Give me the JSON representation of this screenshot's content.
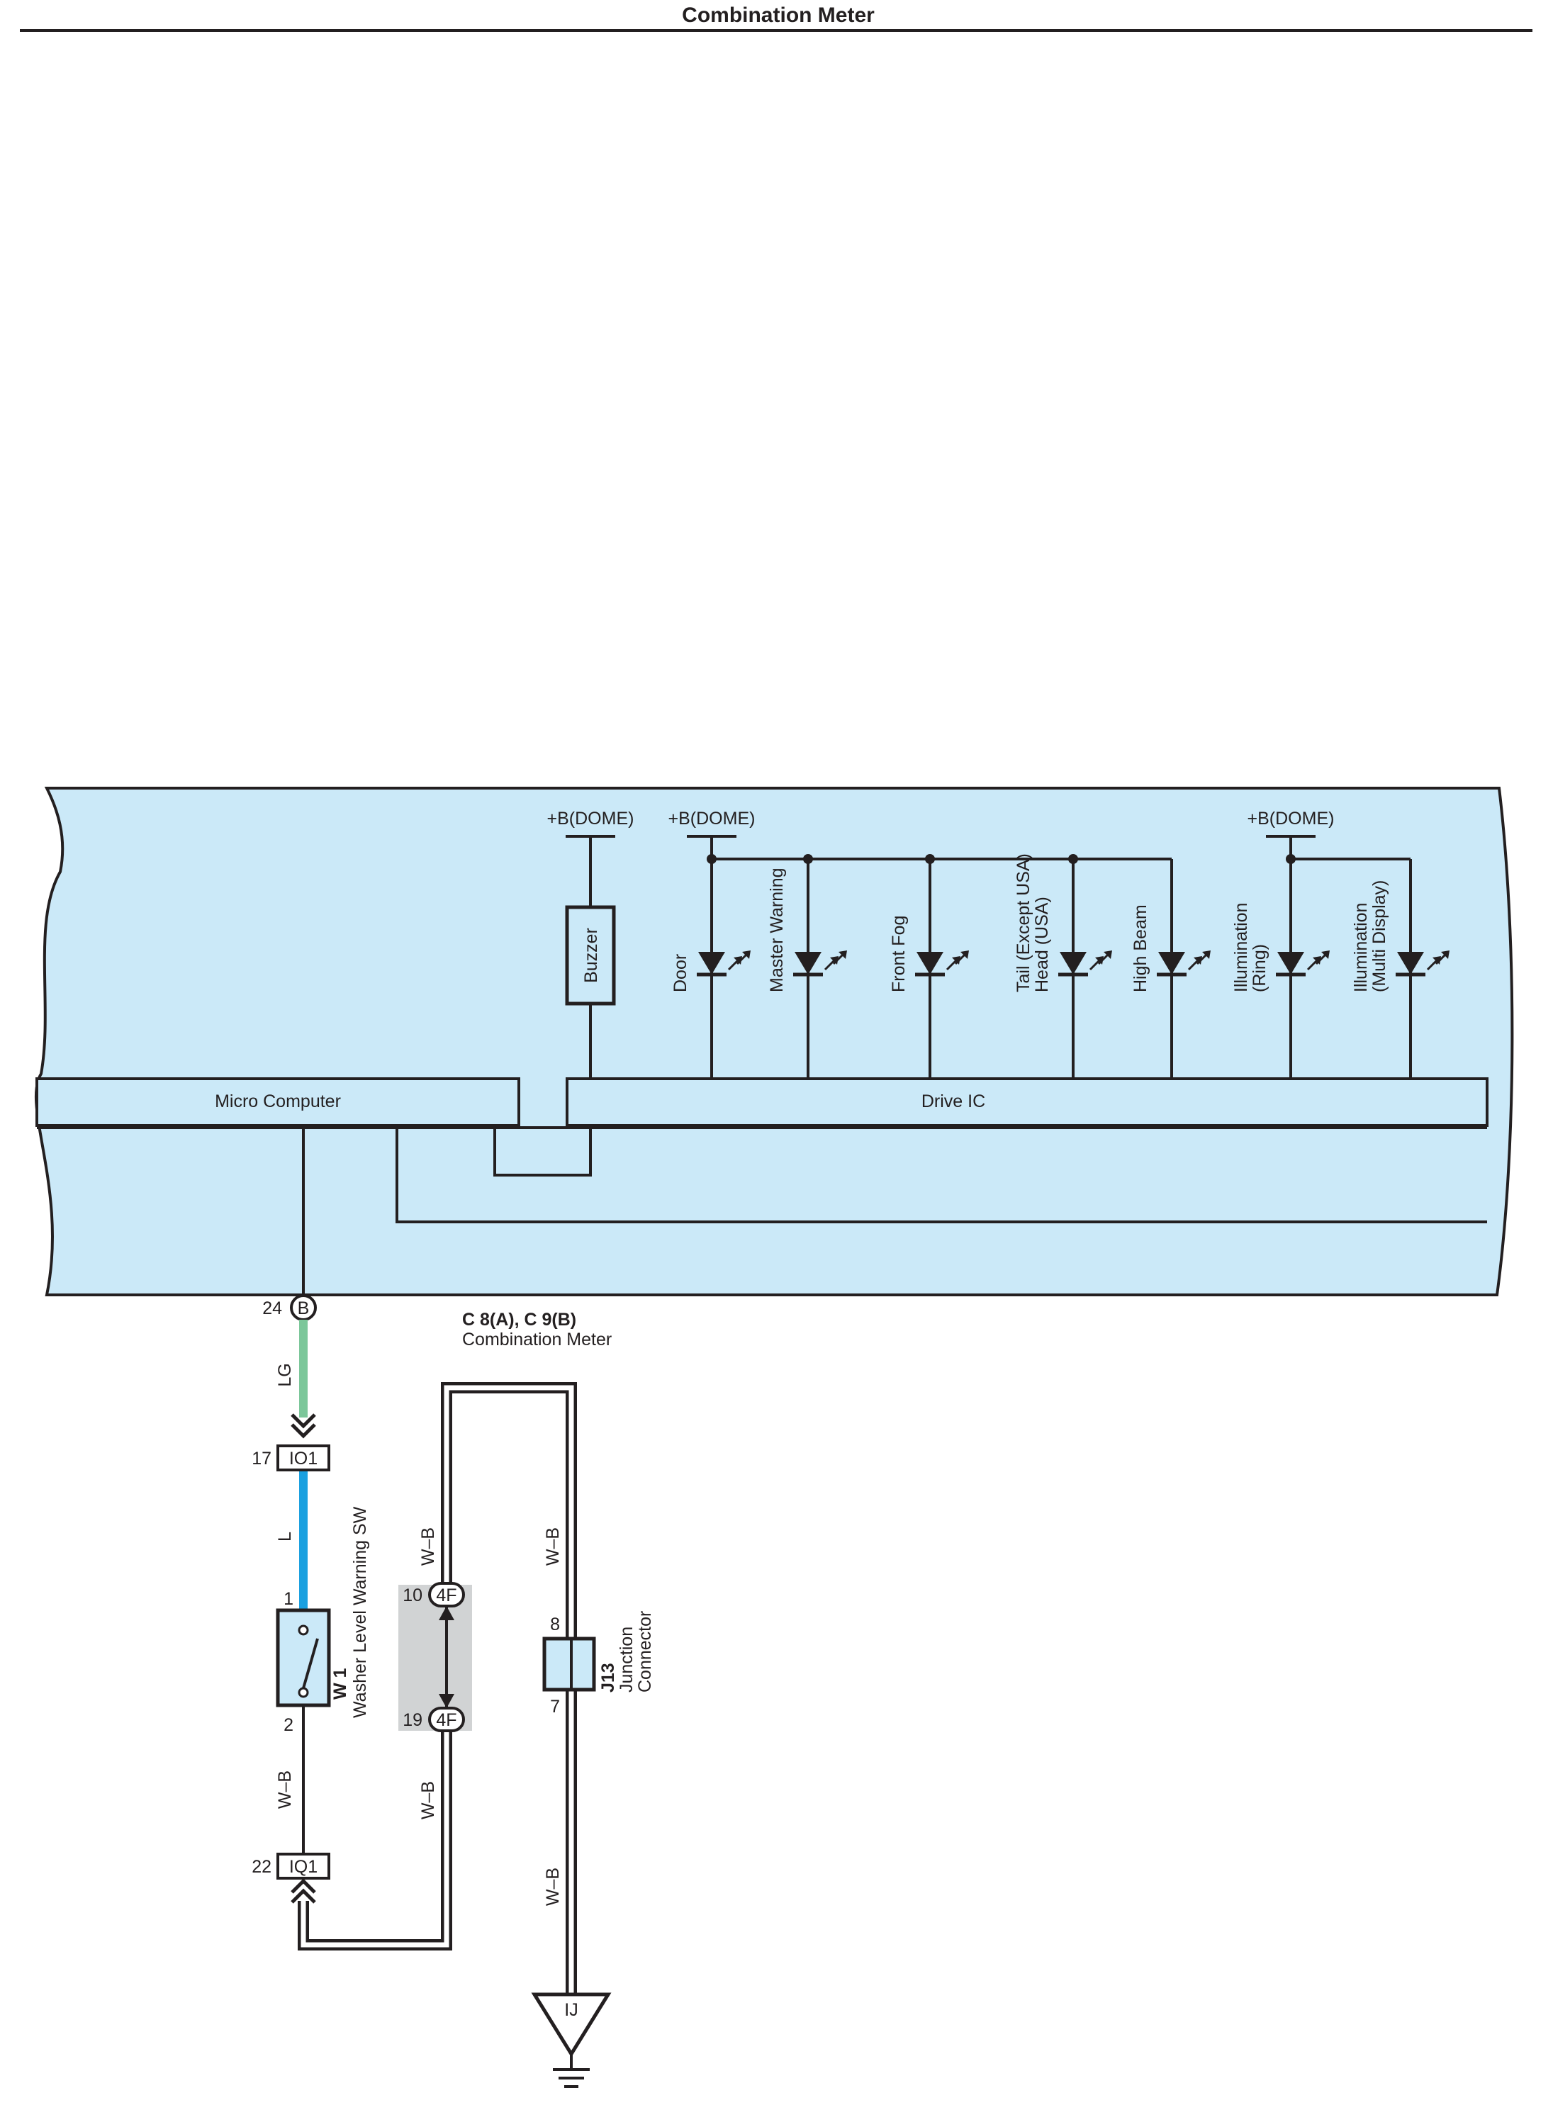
{
  "header": {
    "title": "Combination Meter"
  },
  "meter": {
    "connector_label": "C 8(A), C 9(B)",
    "name": "Combination Meter",
    "power_labels": [
      "+B(DOME)",
      "+B(DOME)",
      "+B(DOME)"
    ],
    "buzzer": "Buzzer",
    "micro_computer": "Micro Computer",
    "drive_ic": "Drive IC",
    "indicators": [
      {
        "lines": [
          "Door"
        ]
      },
      {
        "lines": [
          "Master Warning"
        ]
      },
      {
        "lines": [
          "Front Fog"
        ]
      },
      {
        "lines": [
          "Tail (Except USA)",
          "Head (USA)"
        ]
      },
      {
        "lines": [
          "High Beam"
        ]
      },
      {
        "lines": [
          "Illumination",
          "(Ring)"
        ]
      },
      {
        "lines": [
          "Illumination",
          "(Multi Display)"
        ]
      }
    ],
    "terminal": {
      "pin": "24",
      "conn": "B"
    }
  },
  "wires": {
    "lg": "LG",
    "l": "L",
    "wb": "W–B"
  },
  "connectors": {
    "io1": {
      "pin": "17",
      "label": "IO1"
    },
    "iq1": {
      "pin": "22",
      "label": "IQ1"
    },
    "f4_top": {
      "pin": "10",
      "label": "4F"
    },
    "f4_bot": {
      "pin": "19",
      "label": "4F"
    }
  },
  "switch": {
    "id": "W 1",
    "name": "Washer Level Warning SW",
    "pin_top": "1",
    "pin_bot": "2"
  },
  "junction": {
    "id": "J13",
    "line1": "Junction",
    "line2": "Connector",
    "pin_top": "8",
    "pin_bot": "7"
  },
  "ground": {
    "label": "IJ"
  },
  "colors": {
    "panel": "#cbe9f8",
    "ink": "#231f20",
    "lg_wire": "#7cc79a",
    "l_wire": "#1aa0e0",
    "shield": "#d1d3d4"
  }
}
